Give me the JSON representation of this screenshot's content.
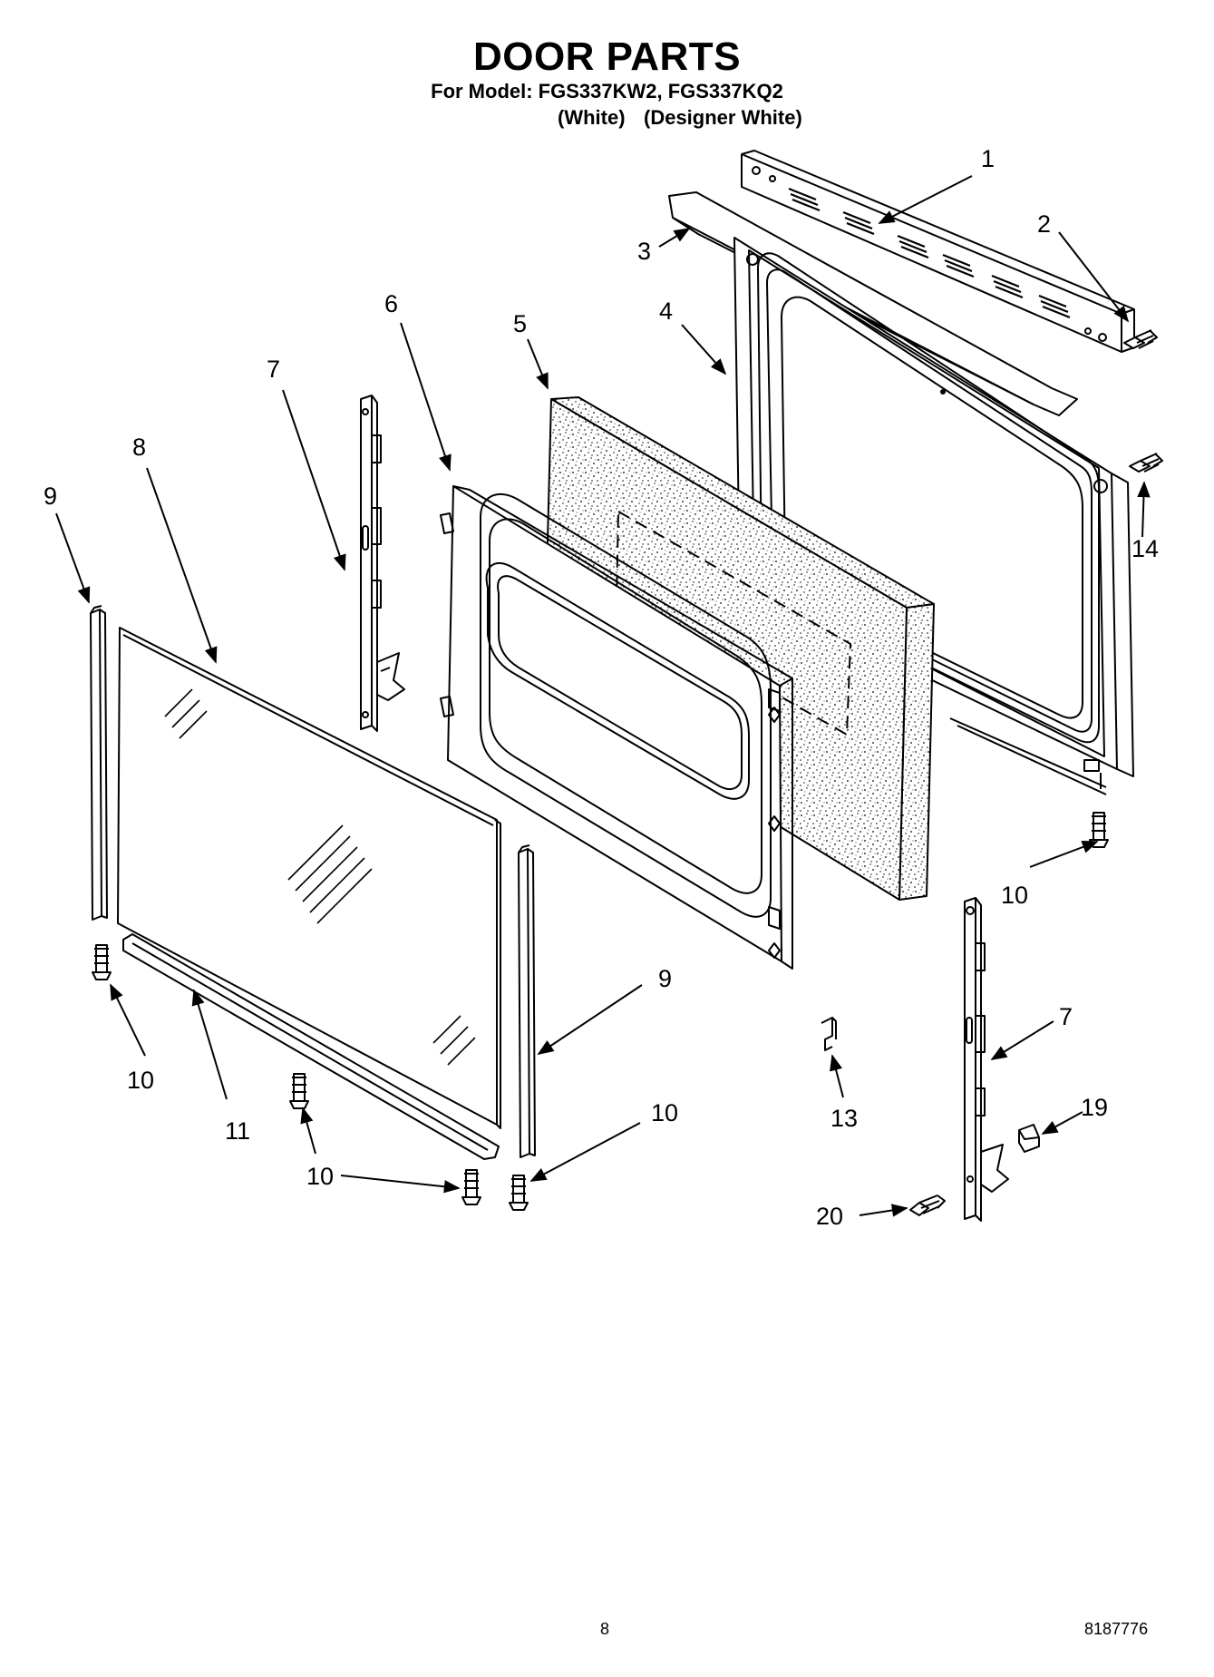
{
  "header": {
    "title": "DOOR PARTS",
    "model_line": "For Model: FGS337KW2, FGS337KQ2",
    "finish_1": "(White)",
    "finish_2": "(Designer White)"
  },
  "callouts": {
    "c1": "1",
    "c2": "2",
    "c3": "3",
    "c4": "4",
    "c5": "5",
    "c6": "6",
    "c7a": "7",
    "c7b": "7",
    "c8": "8",
    "c9a": "9",
    "c9b": "9",
    "c10a": "10",
    "c10b": "10",
    "c10c": "10",
    "c10d": "10",
    "c11": "11",
    "c13": "13",
    "c14": "14",
    "c19": "19",
    "c20": "20"
  },
  "footer": {
    "page_number": "8",
    "document_number": "8187776"
  }
}
